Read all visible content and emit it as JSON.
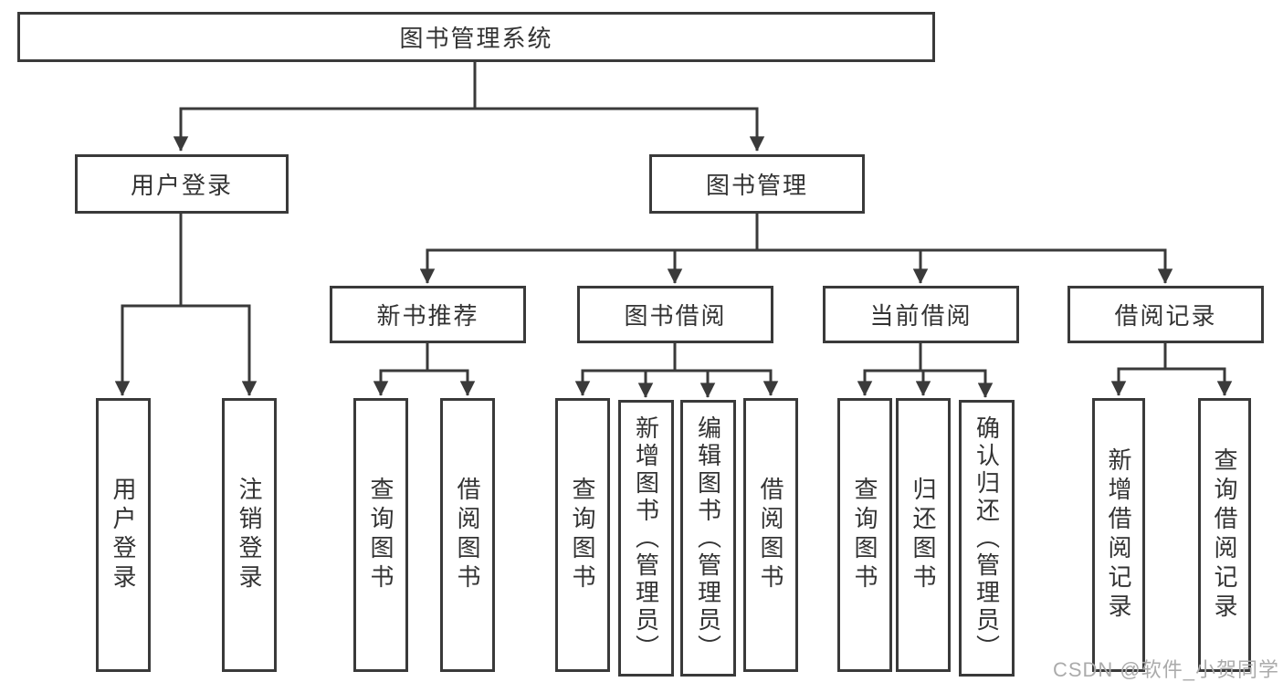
{
  "diagram": {
    "root": {
      "label": "图书管理系统"
    },
    "level1": [
      {
        "id": "user-login",
        "label": "用户登录"
      },
      {
        "id": "book-management",
        "label": "图书管理"
      }
    ],
    "level2": [
      {
        "id": "new-book-recommend",
        "label": "新书推荐"
      },
      {
        "id": "book-borrowing",
        "label": "图书借阅"
      },
      {
        "id": "current-borrowing",
        "label": "当前借阅"
      },
      {
        "id": "borrowing-records",
        "label": "借阅记录"
      }
    ],
    "leaves": [
      {
        "group": "user-login",
        "label": "用户登录"
      },
      {
        "group": "user-login",
        "label": "注销登录"
      },
      {
        "group": "new-book-recommend",
        "label": "查询图书"
      },
      {
        "group": "new-book-recommend",
        "label": "借阅图书"
      },
      {
        "group": "book-borrowing",
        "label": "查询图书"
      },
      {
        "group": "book-borrowing",
        "label": "新增图书（管理员）"
      },
      {
        "group": "book-borrowing",
        "label": "编辑图书（管理员）"
      },
      {
        "group": "book-borrowing",
        "label": "借阅图书"
      },
      {
        "group": "current-borrowing",
        "label": "查询图书"
      },
      {
        "group": "current-borrowing",
        "label": "归还图书"
      },
      {
        "group": "current-borrowing",
        "label": "确认归还（管理员）"
      },
      {
        "group": "borrowing-records",
        "label": "新增借阅记录"
      },
      {
        "group": "borrowing-records",
        "label": "查询借阅记录"
      }
    ],
    "watermark": "CSDN @软件_小贺同学",
    "colors": {
      "line": "#3a3a3a",
      "text": "#333333",
      "watermark": "#ababab",
      "background": "#ffffff"
    }
  }
}
